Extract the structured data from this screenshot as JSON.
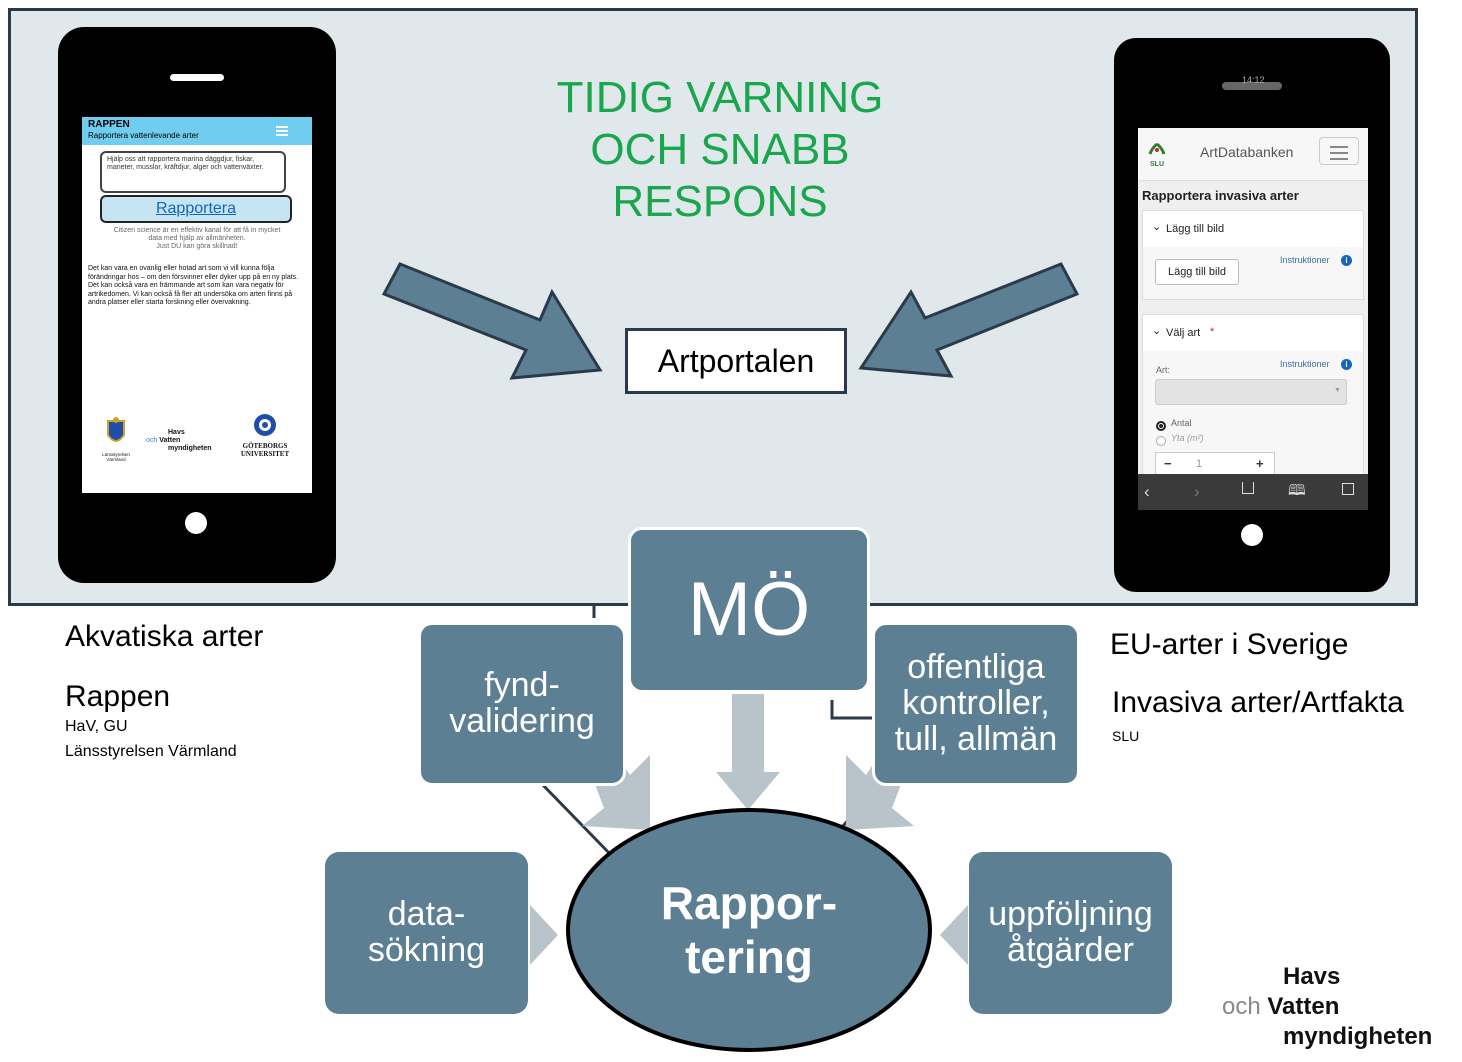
{
  "headline": {
    "line1": "TIDIG VARNING",
    "line2": "OCH SNABB",
    "line3": "RESPONS",
    "color": "#19a64c"
  },
  "center_box": {
    "label": "Artportalen"
  },
  "left_phone": {
    "header_title": "RAPPEN",
    "header_subtitle": "Rapportera vattenlevande arter",
    "bubble_text": "Hjälp oss att rapportera marina däggdjur, fiskar, maneter, musslor, kräftdjur, alger och vattenväxter.",
    "report_button": "Rapportera",
    "citizen_line1": "Citizen science är en effektiv kanal för att få in mycket",
    "citizen_line2": "data med hjälp av allmänheten.",
    "citizen_line3": "Just DU kan göra skillnad!",
    "body_text": "Det kan vara en ovanlig eller hotad art som vi vill kunna följa förändringar hos – om den försvinner eller dyker upp på en ny plats. Det kan också vara en främmande art som kan vara negativ för artrikedomen. Vi kan också få fler att undersöka om arten finns på andra platser eller starta forskning eller övervakning.",
    "logo1_text": "Länsstyrelsen Värmland",
    "logo2_line1": "Havs",
    "logo2_line2_prefix": "och",
    "logo2_line2": "Vatten",
    "logo2_line3": "myndigheten",
    "logo3_line1": "GÖTEBORGS",
    "logo3_line2": "UNIVERSITET"
  },
  "right_phone": {
    "status_time": "14:12",
    "logo_text": "SLU",
    "app_title": "ArtDatabanken",
    "page_title": "Rapportera invasiva arter",
    "section1_title": "Lägg till bild",
    "instructions_label": "Instruktioner",
    "add_image_button": "Lägg till bild",
    "section2_title": "Välj art",
    "required_mark": "*",
    "species_label": "Art:",
    "radio_count": "Antal",
    "radio_area": "Yta (m²)",
    "stepper_minus": "−",
    "stepper_value": "1",
    "stepper_plus": "+"
  },
  "left_caption": {
    "title": "Akvatiska arter",
    "subtitle": "Rappen",
    "line1": "HaV, GU",
    "line2": "Länsstyrelsen Värmland"
  },
  "right_caption": {
    "title": "EU-arter i Sverige",
    "subtitle": "Invasiva arter/Artfakta",
    "line1": "SLU"
  },
  "tiles": {
    "mo": "MÖ",
    "fynd_line1": "fynd-",
    "fynd_line2": "validering",
    "offentliga_line1": "offentliga",
    "offentliga_line2": "kontroller,",
    "offentliga_line3": "tull, allmän",
    "data_line1": "data-",
    "data_line2": "sökning",
    "uppfoljning_line1": "uppföljning",
    "uppfoljning_line2": "åtgärder"
  },
  "center_ellipse": {
    "line1": "Rappor-",
    "line2": "tering"
  },
  "footer_logo": {
    "line1": "Havs",
    "line2_prefix": "och",
    "line2": "Vatten",
    "line3": "myndigheten"
  },
  "colors": {
    "tile": "#5c7f93",
    "arrow_big": "#5c7f93",
    "arrow_small": "#b8c3ca",
    "panel": "#e1e8ec",
    "rappen_header": "#71cdf0"
  }
}
